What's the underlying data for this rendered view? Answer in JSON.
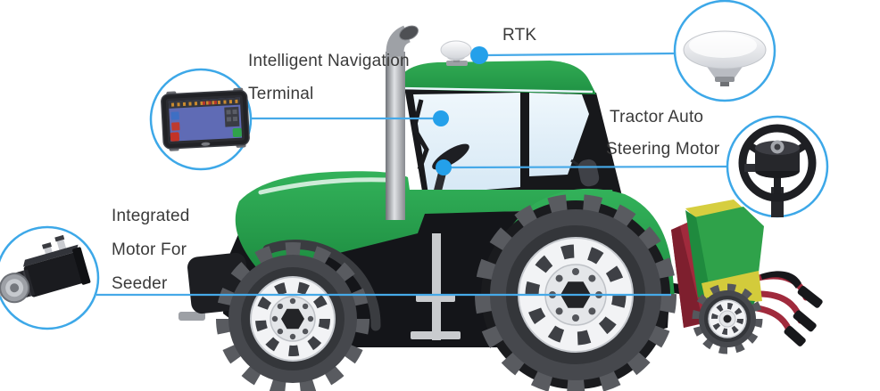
{
  "diagram": {
    "type": "annotated-illustration",
    "subject": "tractor-precision-agriculture-system",
    "labels": {
      "rtk": "RTK",
      "nav_terminal_line1": "Intelligent Navigation",
      "nav_terminal_line2": "Terminal",
      "steering_line1": "Tractor Auto",
      "steering_line2": "Steering Motor",
      "seeder_motor_line1": "Integrated",
      "seeder_motor_line2": "Motor For",
      "seeder_motor_line3": "Seeder"
    },
    "callouts": [
      {
        "id": "nav-terminal",
        "icon": "navigation-terminal-device-icon",
        "position": "top-left"
      },
      {
        "id": "rtk-antenna",
        "icon": "gnss-antenna-dome-icon",
        "position": "top-right"
      },
      {
        "id": "steering-motor",
        "icon": "steering-wheel-motor-icon",
        "position": "mid-right"
      },
      {
        "id": "seeder-motor",
        "icon": "integrated-seeder-motor-icon",
        "position": "mid-left"
      }
    ],
    "colors": {
      "annotation_line_blue": "#46A9E8",
      "callout_circle_blue": "#3DA8E8",
      "connector_dot_blue": "#24A0EA",
      "label_text": "#3A3A3A",
      "tractor_green": "#27A04C",
      "tractor_green_dark": "#1E8C41",
      "chassis_black": "#17181B",
      "tire_gray": "#4B4D52",
      "rim_white": "#F2F3F5",
      "window_blue": "#E3EFF9",
      "seeder_yellow": "#D3CB3B",
      "seeder_red": "#A02A3C"
    }
  }
}
